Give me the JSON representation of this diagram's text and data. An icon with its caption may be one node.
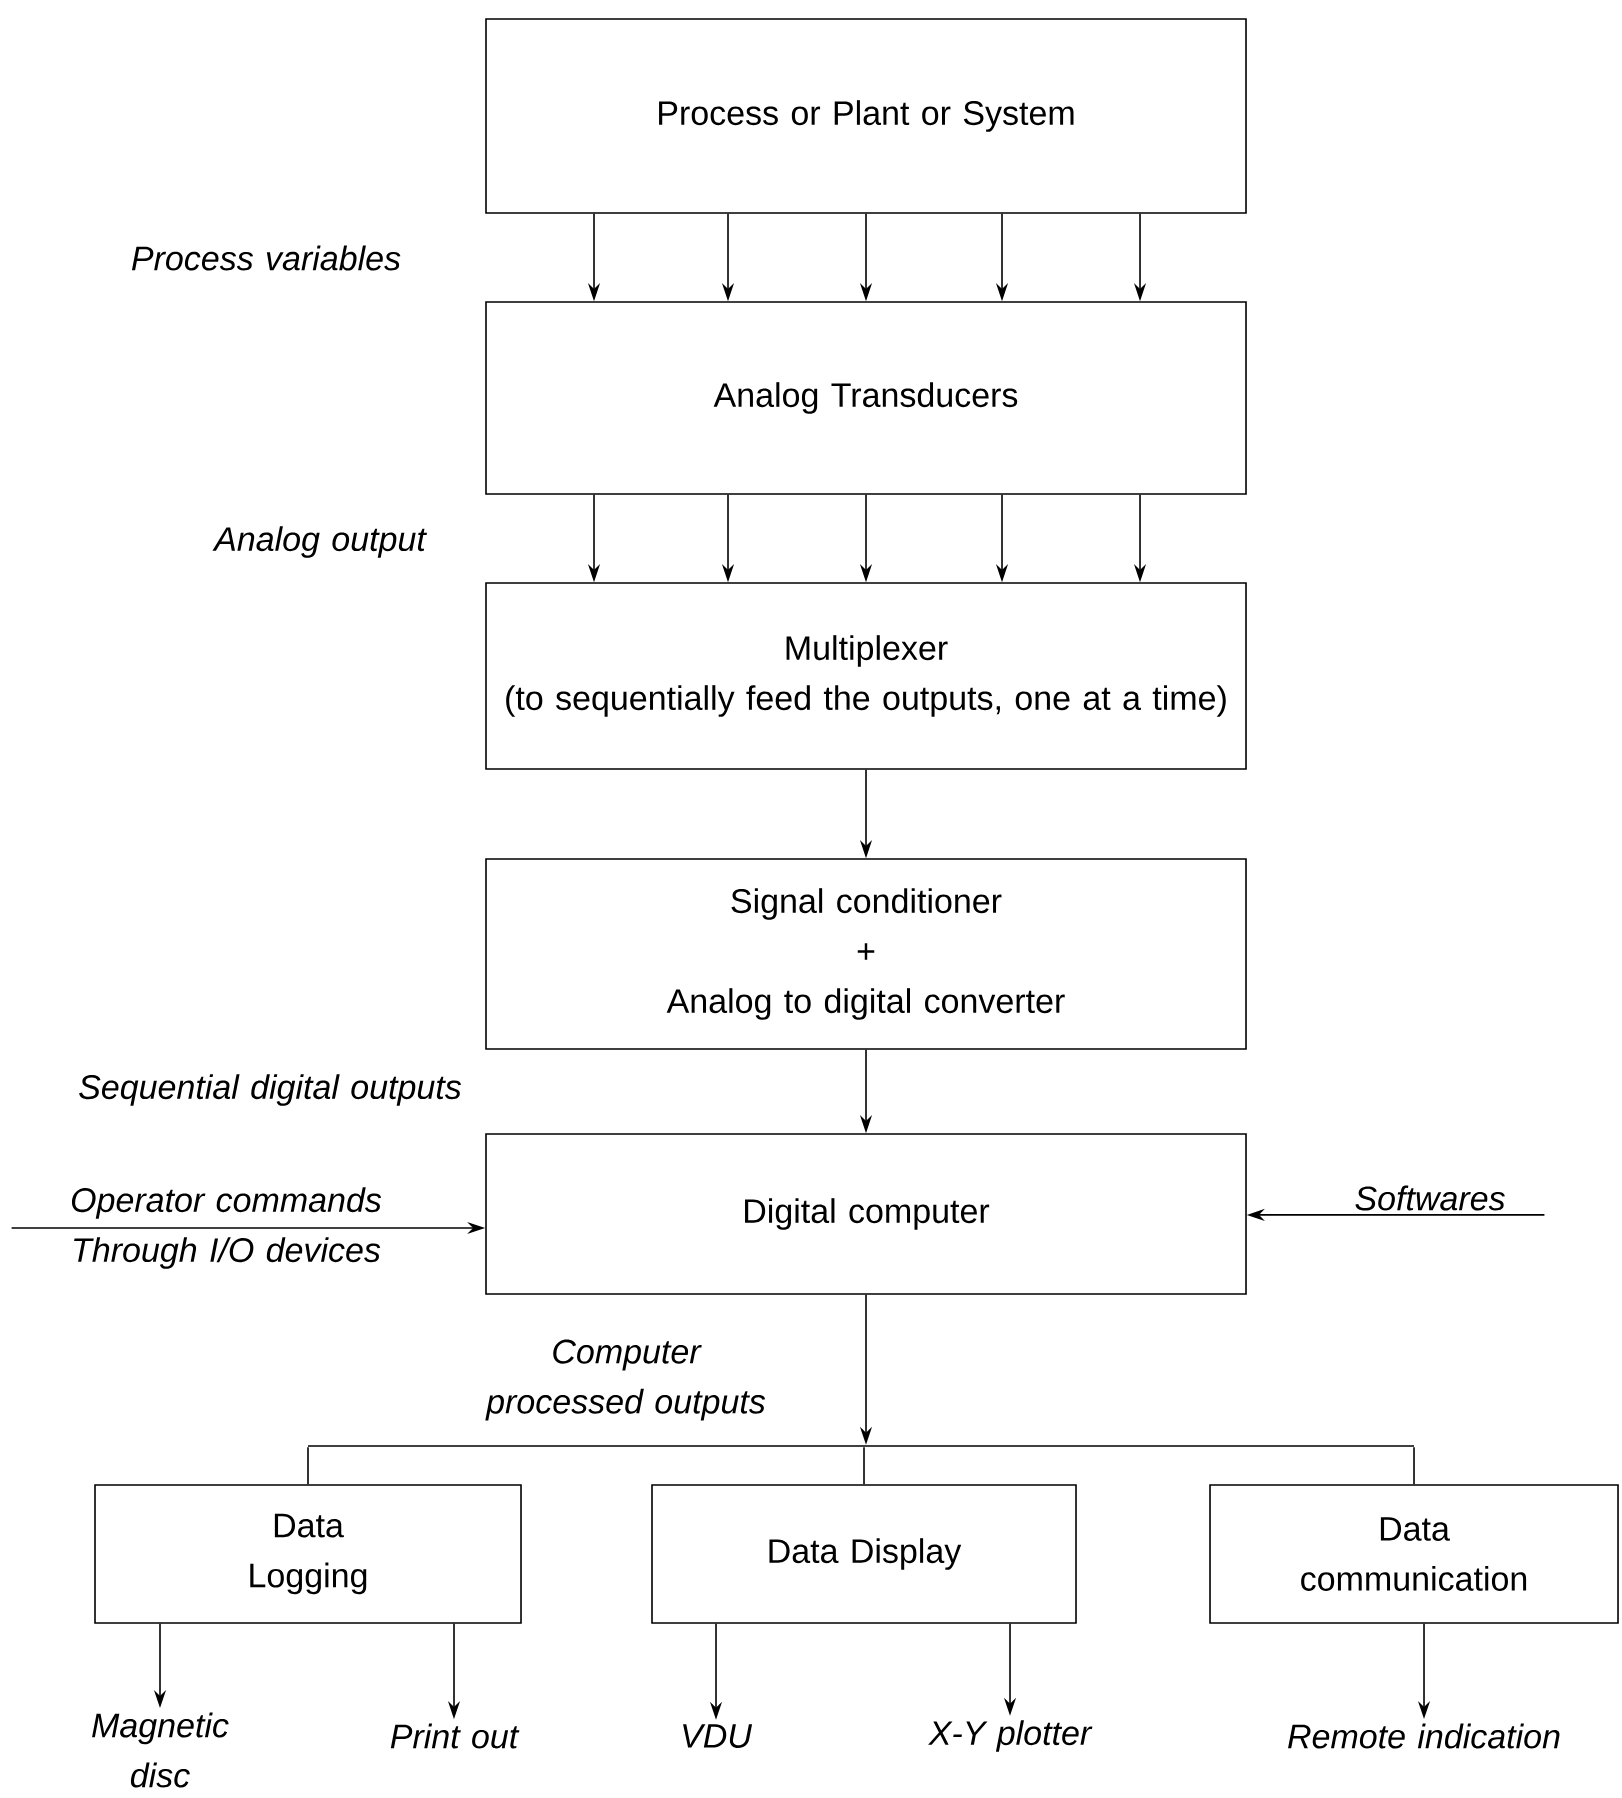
{
  "diagram": {
    "nodes": [
      {
        "text": [
          "Process or Plant or System"
        ]
      },
      {
        "text": [
          "Analog Transducers"
        ]
      },
      {
        "text": [
          "Multiplexer",
          "(to sequentially feed the outputs, one at a time)"
        ]
      },
      {
        "text": [
          "Signal conditioner",
          "+",
          "Analog to digital converter"
        ]
      },
      {
        "text": [
          "Digital computer"
        ]
      },
      {
        "text": [
          "Data Logging"
        ]
      },
      {
        "text": [
          "Data Display"
        ]
      },
      {
        "text": [
          "Data communication"
        ]
      },
      {
        "text": [
          "Operator commands Through I/O devices"
        ]
      },
      {
        "text": [
          "Softwares"
        ]
      },
      {
        "text": [
          "Magnetic disc"
        ]
      },
      {
        "text": [
          "Print out"
        ]
      },
      {
        "text": [
          "VDU"
        ]
      },
      {
        "text": [
          "X-Y plotter"
        ]
      },
      {
        "text": [
          "Remote indication"
        ]
      },
      {
        "text": [],
        "shape": "bar"
      }
    ],
    "edges": [
      {
        "from": 0,
        "to": 1,
        "arrow": "to"
      },
      {
        "from": 0,
        "to": 1,
        "arrow": "to"
      },
      {
        "from": 0,
        "to": 1,
        "arrow": "to"
      },
      {
        "from": 0,
        "to": 1,
        "arrow": "to"
      },
      {
        "from": 0,
        "to": 1,
        "arrow": "to"
      },
      {
        "from": 1,
        "to": 2,
        "arrow": "to"
      },
      {
        "from": 1,
        "to": 2,
        "arrow": "to"
      },
      {
        "from": 1,
        "to": 2,
        "arrow": "to"
      },
      {
        "from": 1,
        "to": 2,
        "arrow": "to"
      },
      {
        "from": 1,
        "to": 2,
        "arrow": "to"
      },
      {
        "from": 2,
        "to": 3,
        "arrow": "to"
      },
      {
        "from": 3,
        "to": 4,
        "arrow": "to"
      },
      {
        "from": 8,
        "to": 4,
        "arrow": "to"
      },
      {
        "from": 9,
        "to": 4,
        "arrow": "to"
      },
      {
        "from": 4,
        "to": 15,
        "arrow": "to"
      },
      {
        "from": 15,
        "to": 5,
        "arrow": "none"
      },
      {
        "from": 15,
        "to": 6,
        "arrow": "none"
      },
      {
        "from": 15,
        "to": 7,
        "arrow": "none"
      },
      {
        "from": 5,
        "to": 10,
        "arrow": "to"
      },
      {
        "from": 5,
        "to": 11,
        "arrow": "to"
      },
      {
        "from": 6,
        "to": 12,
        "arrow": "to"
      },
      {
        "from": 6,
        "to": 13,
        "arrow": "to"
      },
      {
        "from": 7,
        "to": 14,
        "arrow": "to"
      }
    ],
    "labels": [
      "Process variables",
      "Analog output",
      "Sequential digital outputs",
      "Computer processed outputs"
    ]
  }
}
